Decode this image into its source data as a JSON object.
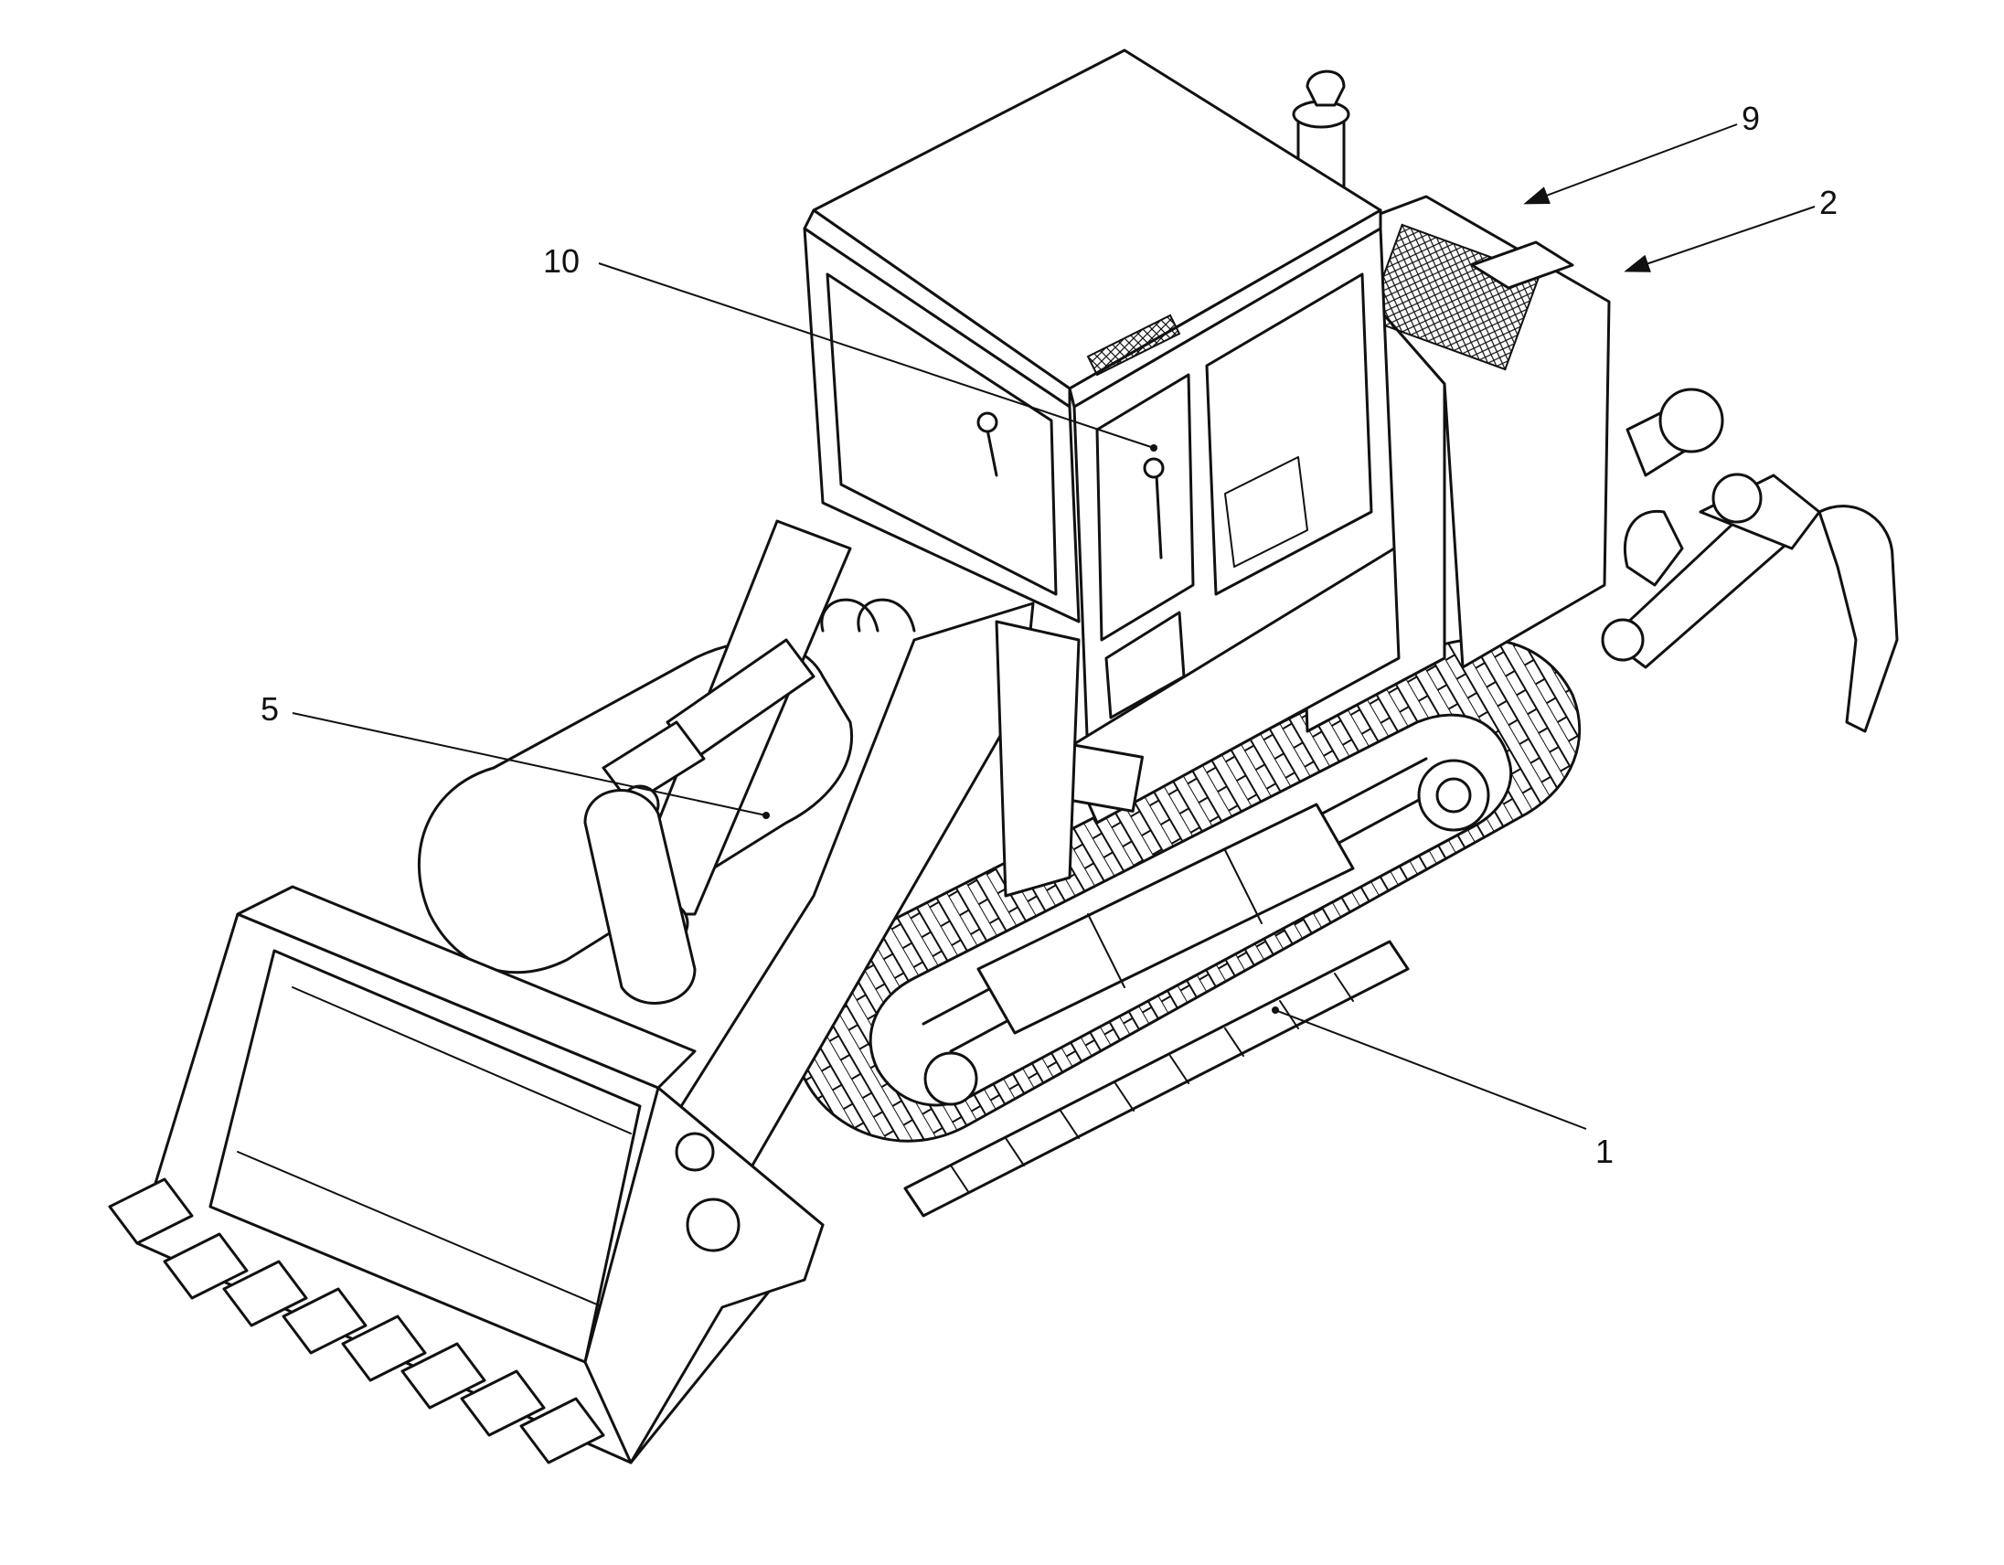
{
  "diagram": {
    "callouts": [
      {
        "id": "c1",
        "label": "1"
      },
      {
        "id": "c2",
        "label": "2"
      },
      {
        "id": "c5",
        "label": "5"
      },
      {
        "id": "c9",
        "label": "9"
      },
      {
        "id": "c10",
        "label": "10"
      }
    ]
  }
}
